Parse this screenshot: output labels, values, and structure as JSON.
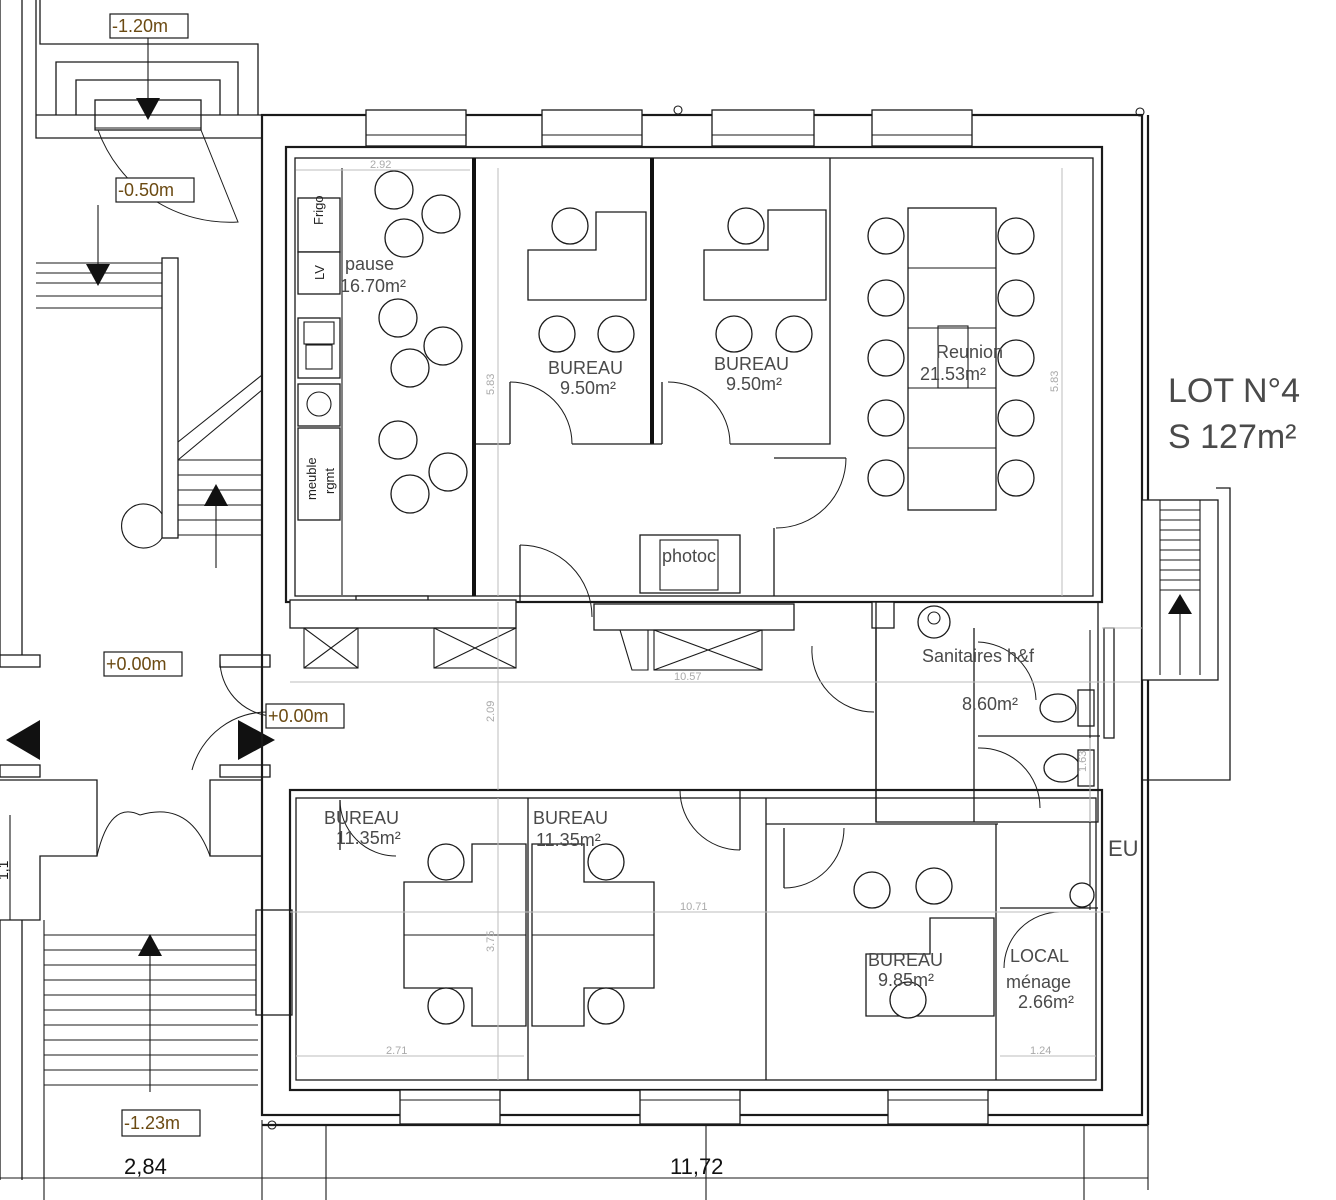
{
  "lot": {
    "title": "LOT N°4",
    "surface": "S 127m²"
  },
  "rooms": [
    {
      "id": "pause",
      "name": "pause",
      "area": "16.70m²"
    },
    {
      "id": "bureau1",
      "name": "BUREAU",
      "area": "9.50m²"
    },
    {
      "id": "bureau2",
      "name": "BUREAU",
      "area": "9.50m²"
    },
    {
      "id": "reunion",
      "name": "Reunion",
      "area": "21.53m²"
    },
    {
      "id": "photoc",
      "name": "photoc",
      "area": ""
    },
    {
      "id": "sanitaires",
      "name": "Sanitaires h&f",
      "area": "8.60m²"
    },
    {
      "id": "bureau3",
      "name": "BUREAU",
      "area": "11.35m²"
    },
    {
      "id": "bureau4",
      "name": "BUREAU",
      "area": "11.35m²"
    },
    {
      "id": "bureau5",
      "name": "BUREAU",
      "area": "9.85m²"
    },
    {
      "id": "local",
      "name": "LOCAL",
      "name2": "ménage",
      "area": "2.66m²"
    },
    {
      "id": "eu",
      "name": "EU",
      "area": ""
    }
  ],
  "fixtures": {
    "frigo": "Frigo",
    "lv": "LV",
    "meuble": "meuble",
    "rgmt": "rgmt"
  },
  "levels": [
    "-1.20m",
    "-0.50m",
    "+0.00m",
    "+0.00m",
    "-1.23m"
  ],
  "dimensions": {
    "inner": [
      "2.92",
      "5.83",
      "5.83",
      "10.57",
      "2.09",
      "10.71",
      "3.75",
      "2.71",
      "1.24",
      "1.63"
    ],
    "overall": [
      "2,84",
      "11,72",
      "1,1"
    ]
  }
}
